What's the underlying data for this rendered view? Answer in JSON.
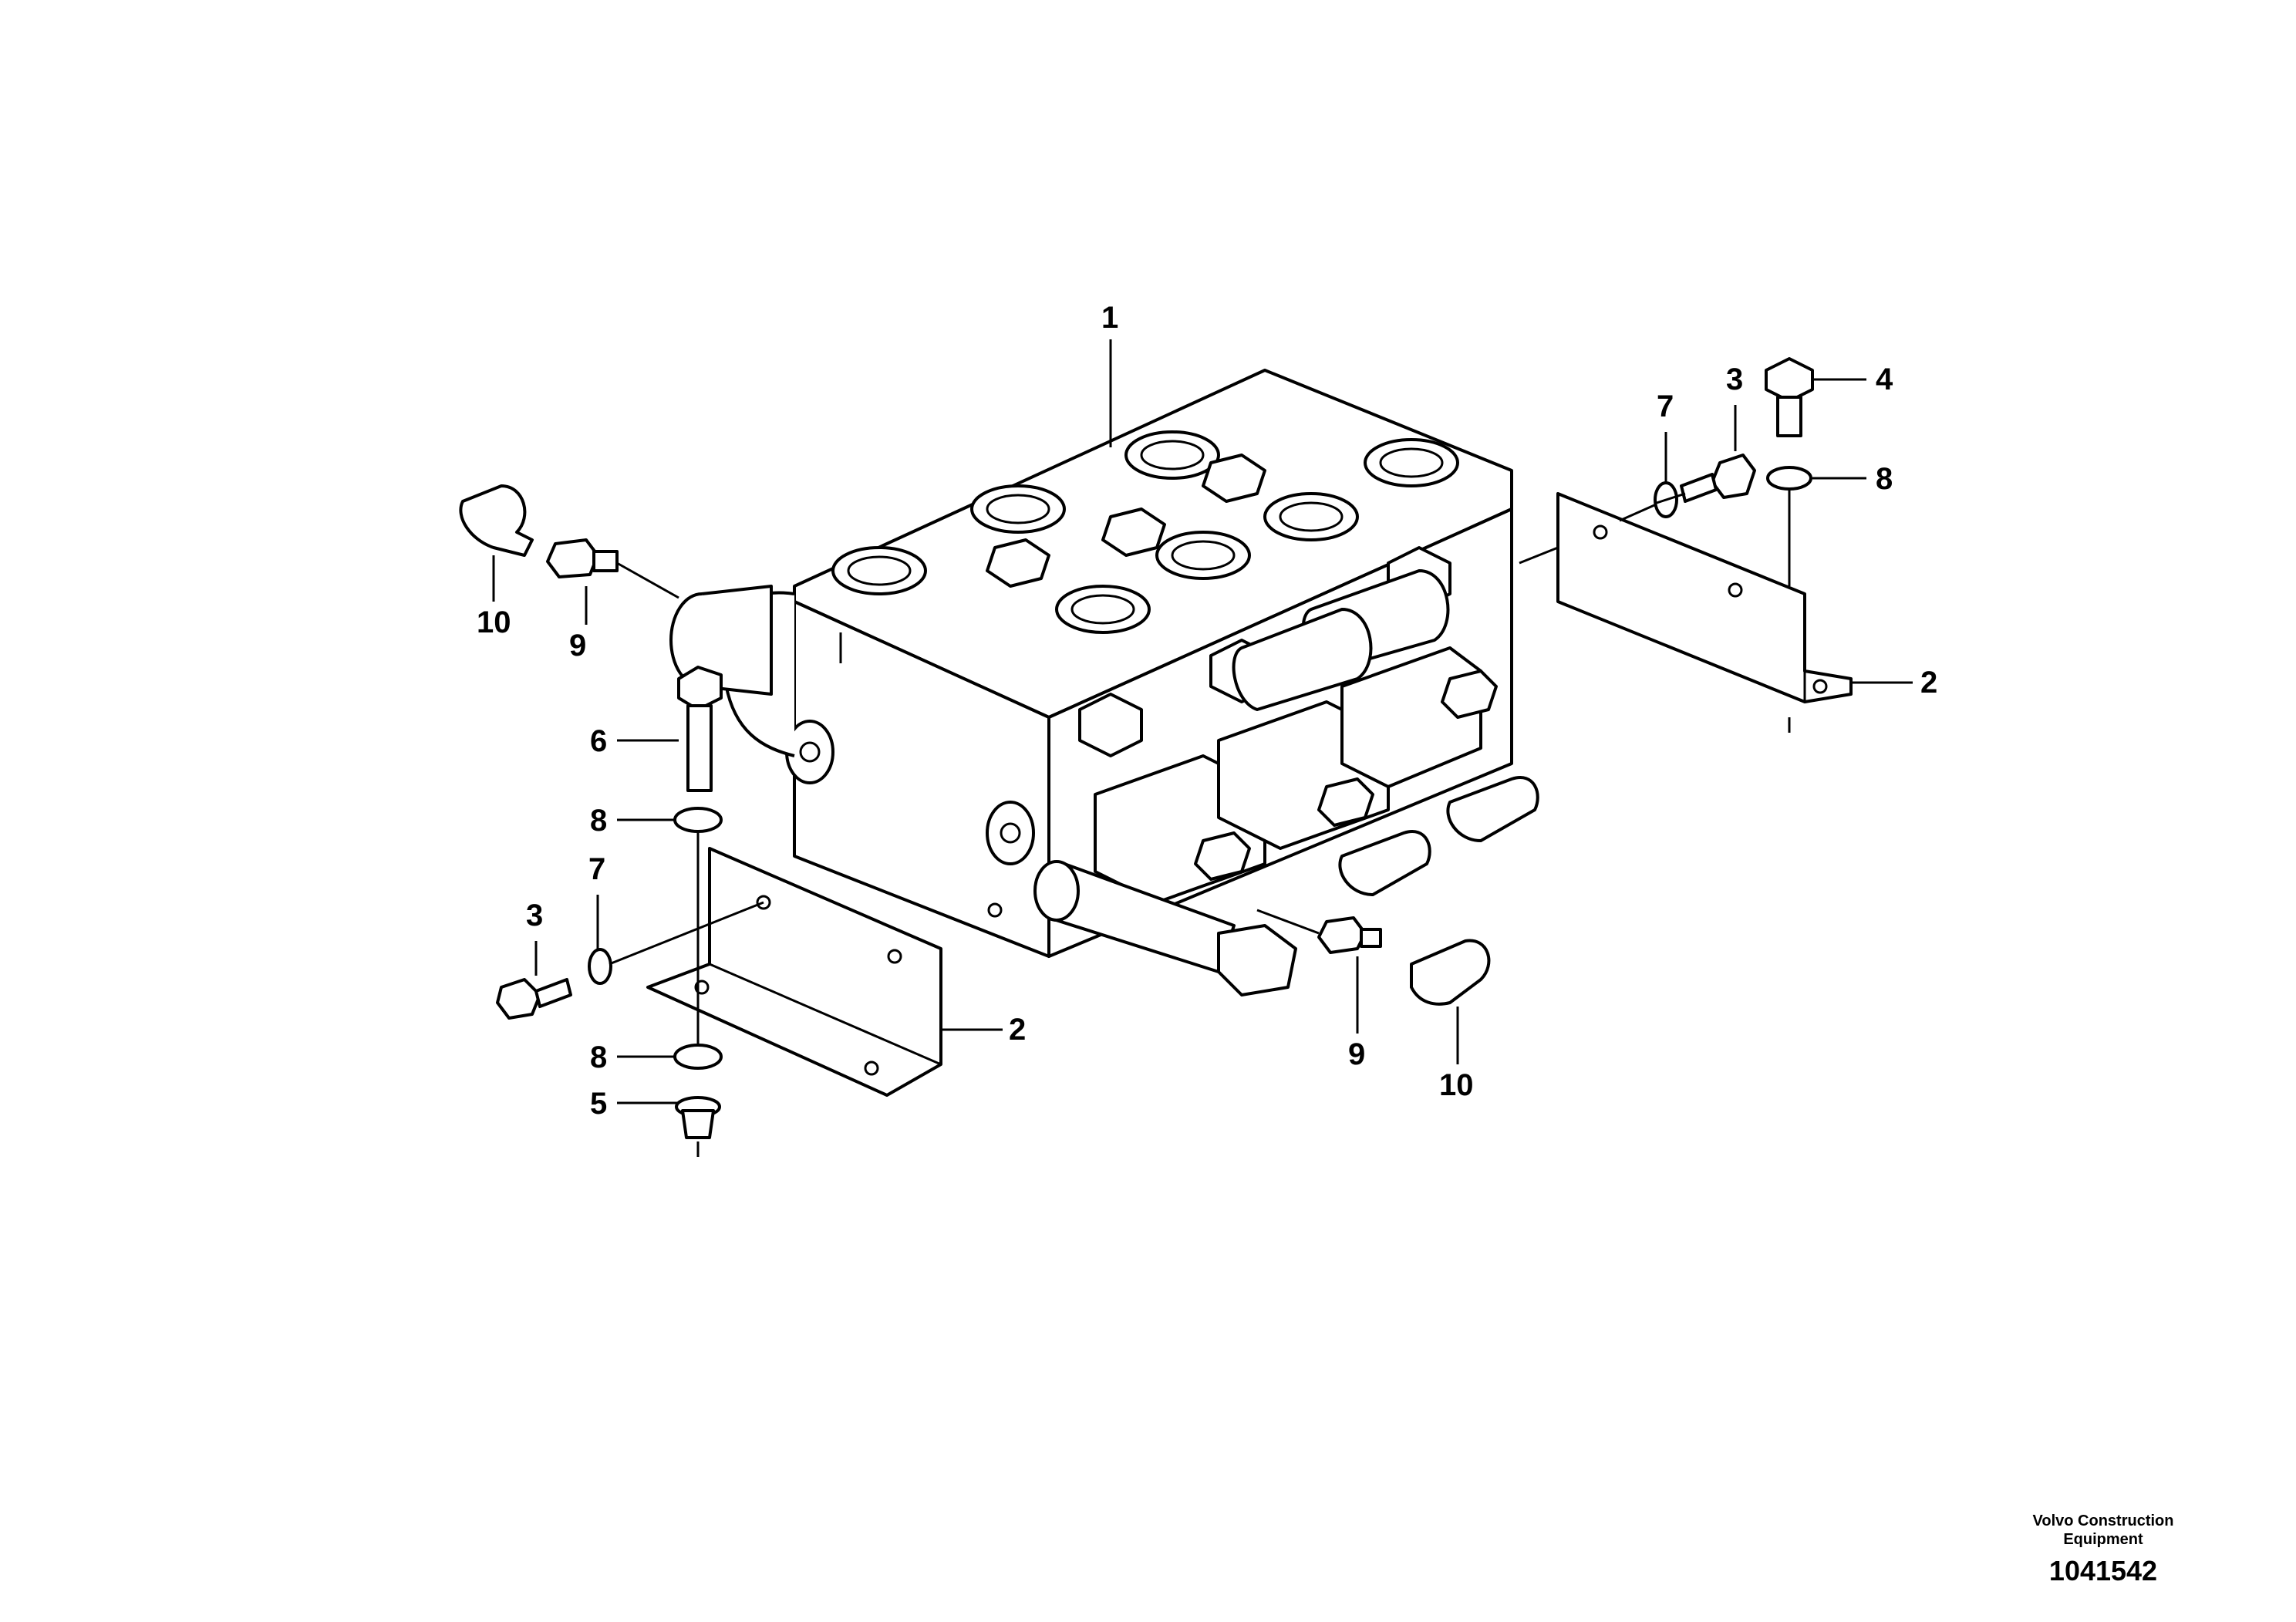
{
  "callouts": {
    "c1": "1",
    "c2_right": "2",
    "c2_left": "2",
    "c3_right": "3",
    "c3_left": "3",
    "c4": "4",
    "c5": "5",
    "c6": "6",
    "c7_right": "7",
    "c7_left": "7",
    "c8_right": "8",
    "c8_mid": "8",
    "c8_low": "8",
    "c9_left": "9",
    "c9_right": "9",
    "c10_left": "10",
    "c10_right": "10"
  },
  "footer": {
    "brand_line1": "Volvo Construction",
    "brand_line2": "Equipment",
    "drawing_number": "1041542"
  }
}
